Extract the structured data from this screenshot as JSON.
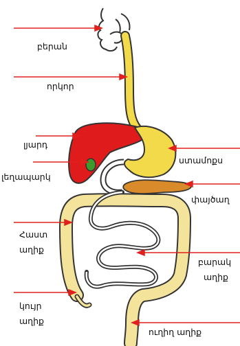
{
  "labels": {
    "mouth": "բերան",
    "esophagus": "որկոր",
    "liver": "լյարդ",
    "stomach": "ստամոքս",
    "gallbladder": "լեղապարկ",
    "pancreas": "փայծաղ",
    "large_intestine_1": "Հաստ",
    "large_intestine_2": "աղիք",
    "small_intestine_1": "բարակ",
    "small_intestine_2": "աղիք",
    "appendix_1": "կույր",
    "appendix_2": "աղիք",
    "rectum": "ուղիղ աղիք"
  },
  "colors": {
    "arrow": "#e0211d",
    "liver": "#e01b1b",
    "stomach": "#f2da4a",
    "gallbladder": "#3f9a2e",
    "pancreas": "#d98a2a",
    "intestine": "#f3e39b",
    "outline": "#333333"
  }
}
